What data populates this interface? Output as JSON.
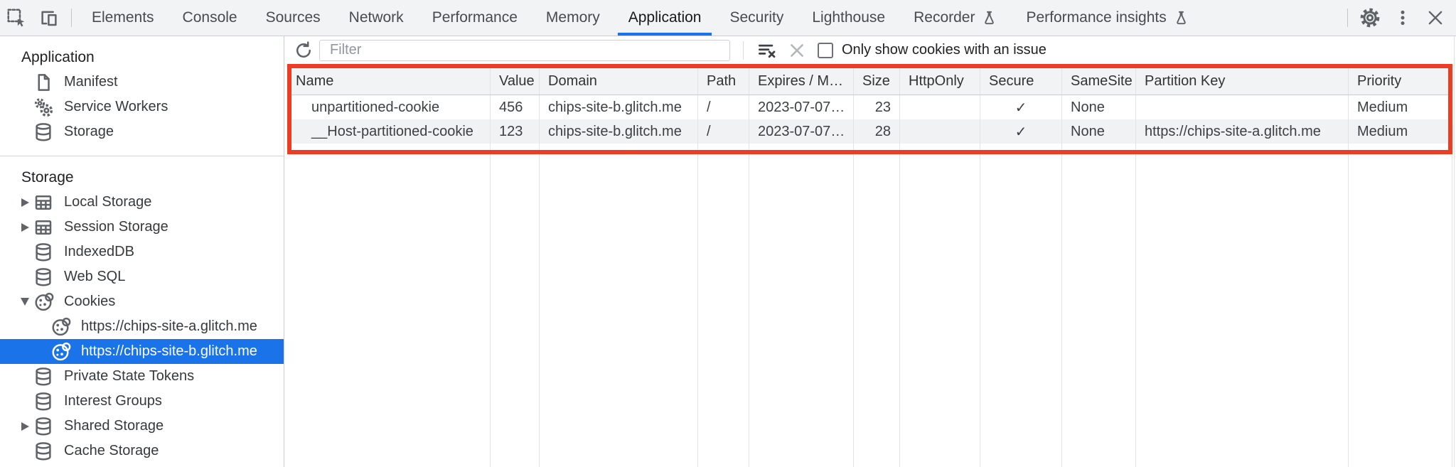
{
  "tabbar": {
    "tabs": [
      "Elements",
      "Console",
      "Sources",
      "Network",
      "Performance",
      "Memory",
      "Application",
      "Security",
      "Lighthouse",
      "Recorder",
      "Performance insights"
    ],
    "active_tab": "Application"
  },
  "sidebar": {
    "sections": [
      {
        "title": "Application",
        "items": [
          {
            "label": "Manifest"
          },
          {
            "label": "Service Workers"
          },
          {
            "label": "Storage"
          }
        ]
      },
      {
        "title": "Storage",
        "items": [
          {
            "label": "Local Storage"
          },
          {
            "label": "Session Storage"
          },
          {
            "label": "IndexedDB"
          },
          {
            "label": "Web SQL"
          },
          {
            "label": "Cookies"
          },
          {
            "label": "https://chips-site-a.glitch.me"
          },
          {
            "label": "https://chips-site-b.glitch.me"
          },
          {
            "label": "Private State Tokens"
          },
          {
            "label": "Interest Groups"
          },
          {
            "label": "Shared Storage"
          },
          {
            "label": "Cache Storage"
          }
        ]
      }
    ],
    "selected_item": "https://chips-site-b.glitch.me"
  },
  "toolbar": {
    "filter_placeholder": "Filter",
    "issue_filter_label": "Only show cookies with an issue",
    "issue_filter_checked": false
  },
  "cookie_table": {
    "columns": [
      "Name",
      "Value",
      "Domain",
      "Path",
      "Expires / M…",
      "Size",
      "HttpOnly",
      "Secure",
      "SameSite",
      "Partition Key",
      "Priority"
    ],
    "rows": [
      [
        "unpartitioned-cookie",
        "456",
        "chips-site-b.glitch.me",
        "/",
        "2023-07-07…",
        "23",
        "",
        "✓",
        "None",
        "",
        "Medium"
      ],
      [
        "__Host-partitioned-cookie",
        "123",
        "chips-site-b.glitch.me",
        "/",
        "2023-07-07…",
        "28",
        "",
        "✓",
        "None",
        "https://chips-site-a.glitch.me",
        "Medium"
      ]
    ]
  },
  "icons": {
    "inspect-icon": "dashed box with cursor arrow",
    "device-toolbar-icon": "two device rectangles",
    "flask-icon": "experiment flask",
    "settings-gear-icon": "gear",
    "more-vertical-icon": "kebab dots",
    "close-icon": "x",
    "refresh-icon": "circular arrow",
    "clear-filter-icon": "lines with x",
    "document-icon": "file page",
    "service-workers-icon": "two gears",
    "database-icon": "cylinder stack",
    "table-icon": "grid table",
    "cookie-icon": "bitten cookie with chips"
  },
  "colors": {
    "accent_blue": "#1a73e8",
    "annotation_red": "#ee3b23",
    "toolbar_bg": "#f1f3f4"
  }
}
